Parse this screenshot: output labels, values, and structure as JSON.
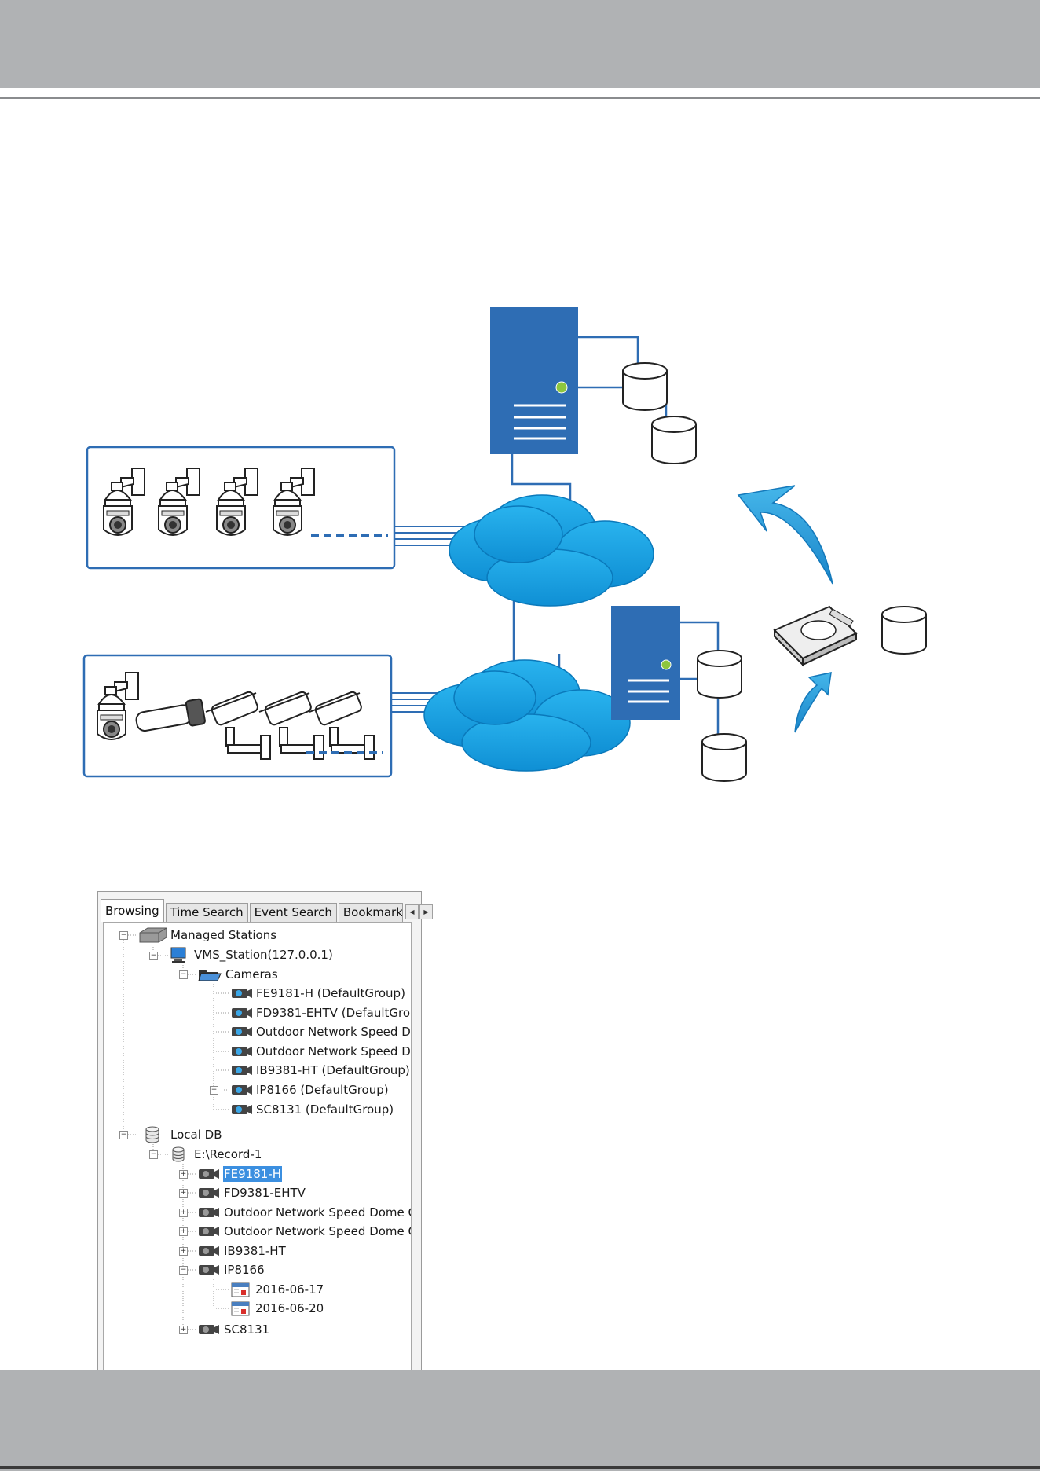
{
  "tree_panel": {
    "tabs": [
      {
        "label": "Browsing"
      },
      {
        "label": "Time Search"
      },
      {
        "label": "Event Search"
      },
      {
        "label": "Bookmark S"
      }
    ],
    "managed_stations": {
      "label": "Managed Stations",
      "station": {
        "label": "VMS_Station(127.0.0.1)",
        "cameras_folder": "Cameras",
        "cameras": [
          "FE9181-H (DefaultGroup)",
          "FD9381-EHTV (DefaultGrou",
          "Outdoor Network Speed D",
          "Outdoor Network Speed D",
          "IB9381-HT (DefaultGroup)",
          "IP8166 (DefaultGroup)",
          "SC8131 (DefaultGroup)"
        ]
      }
    },
    "local_db": {
      "label": "Local DB",
      "drive": "E:\\Record-1",
      "records": [
        "FE9181-H",
        "FD9381-EHTV",
        "Outdoor Network Speed Dome C",
        "Outdoor Network Speed Dome C",
        "IB9381-HT",
        "IP8166",
        "SC8131"
      ],
      "dates": [
        "2016-06-17",
        "2016-06-20"
      ],
      "selected": "FE9181-H"
    }
  },
  "colors": {
    "band_gray": "#b0b2b4",
    "server_blue": "#2e6db4",
    "cloud_blue": "#1aa0e0",
    "arrow_blue": "#2aa0dd",
    "selection": "#3b8fe0"
  }
}
